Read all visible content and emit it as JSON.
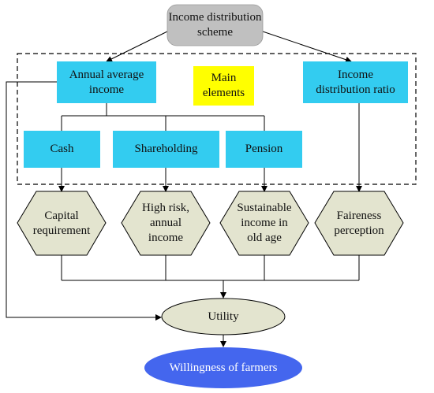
{
  "diagram": {
    "top": {
      "line1": "Income distribution",
      "line2": "scheme"
    },
    "main_elements": {
      "line1": "Main",
      "line2": "elements"
    },
    "annual_income": {
      "line1": "Annual average",
      "line2": "income"
    },
    "distribution_ratio": {
      "line1": "Income",
      "line2": "distribution ratio"
    },
    "cash": "Cash",
    "shareholding": "Shareholding",
    "pension": "Pension",
    "capital": {
      "line1": "Capital",
      "line2": "requirement"
    },
    "high_risk": {
      "line1": "High risk,",
      "line2": "annual",
      "line3": "income"
    },
    "sustainable": {
      "line1": "Sustainable",
      "line2": "income in",
      "line3": "old age"
    },
    "fairness": {
      "line1": "Faireness",
      "line2": "perception"
    },
    "utility": "Utility",
    "willingness": "Willingness of farmers"
  },
  "colors": {
    "top_box": "#c0c0c0",
    "blue_box": "#33ccf0",
    "yellow_box": "#ffff00",
    "hexagon": "#e3e4cf",
    "utility": "#e3e4cf",
    "willingness": "#4466ee"
  }
}
